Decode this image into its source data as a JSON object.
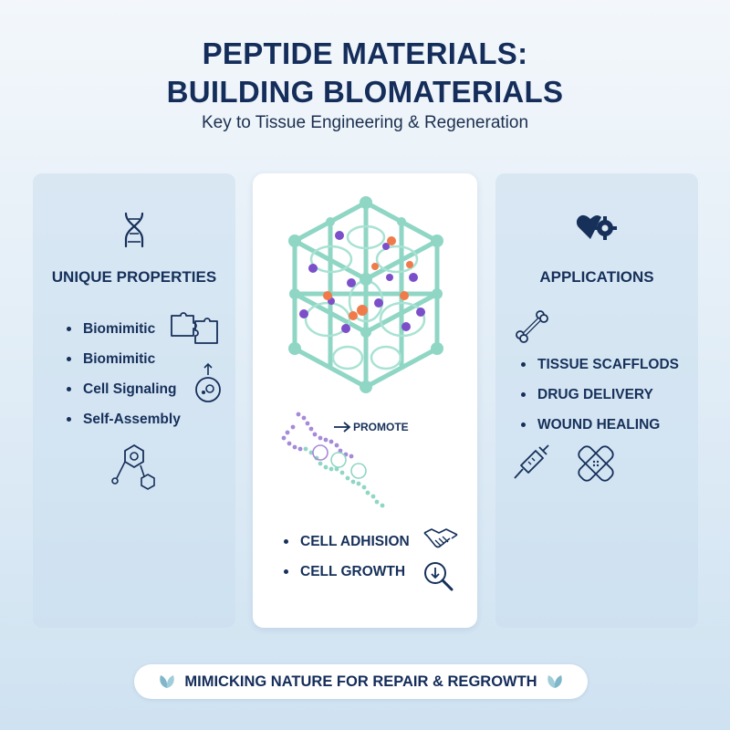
{
  "header": {
    "title_line1": "PEPTIDE MATERIALS:",
    "title_line2": "BUILDING BLOMATERIALS",
    "subtitle": "Key to Tissue Engineering & Regeneration"
  },
  "left_panel": {
    "heading": "UNIQUE PROPERTIES",
    "items": [
      "Biomimitic",
      "Biomimitic",
      "Cell Signaling",
      "Self-Assembly"
    ],
    "icons": [
      "dna-icon",
      "puzzle-icon",
      "cell-signal-icon",
      "molecule-icon"
    ]
  },
  "center_panel": {
    "promote_label": "PROMOTE",
    "items": [
      "CELL ADHISION",
      "CELL GROWTH"
    ],
    "icons": [
      "hydrogel-cube-icon",
      "peptide-chain-icon",
      "handshake-icon",
      "magnifier-icon"
    ]
  },
  "right_panel": {
    "heading": "APPLICATIONS",
    "items": [
      "TISSUE SCAFFLODS",
      "DRUG DELIVERY",
      "WOUND HEALING"
    ],
    "icons": [
      "heart-gear-icon",
      "bone-icon",
      "syringe-icon",
      "bandage-icon"
    ]
  },
  "footer": {
    "banner": "MIMICKING NATURE FOR REPAIR & REGROWTH",
    "icons": [
      "leaf-icon",
      "leaf-icon"
    ]
  },
  "colors": {
    "navy": "#16305a",
    "teal_structure": "#8fd6c4",
    "purple_particle": "#7b4fc9",
    "orange_particle": "#f07a4a",
    "leaf": "#7fb6c9"
  }
}
